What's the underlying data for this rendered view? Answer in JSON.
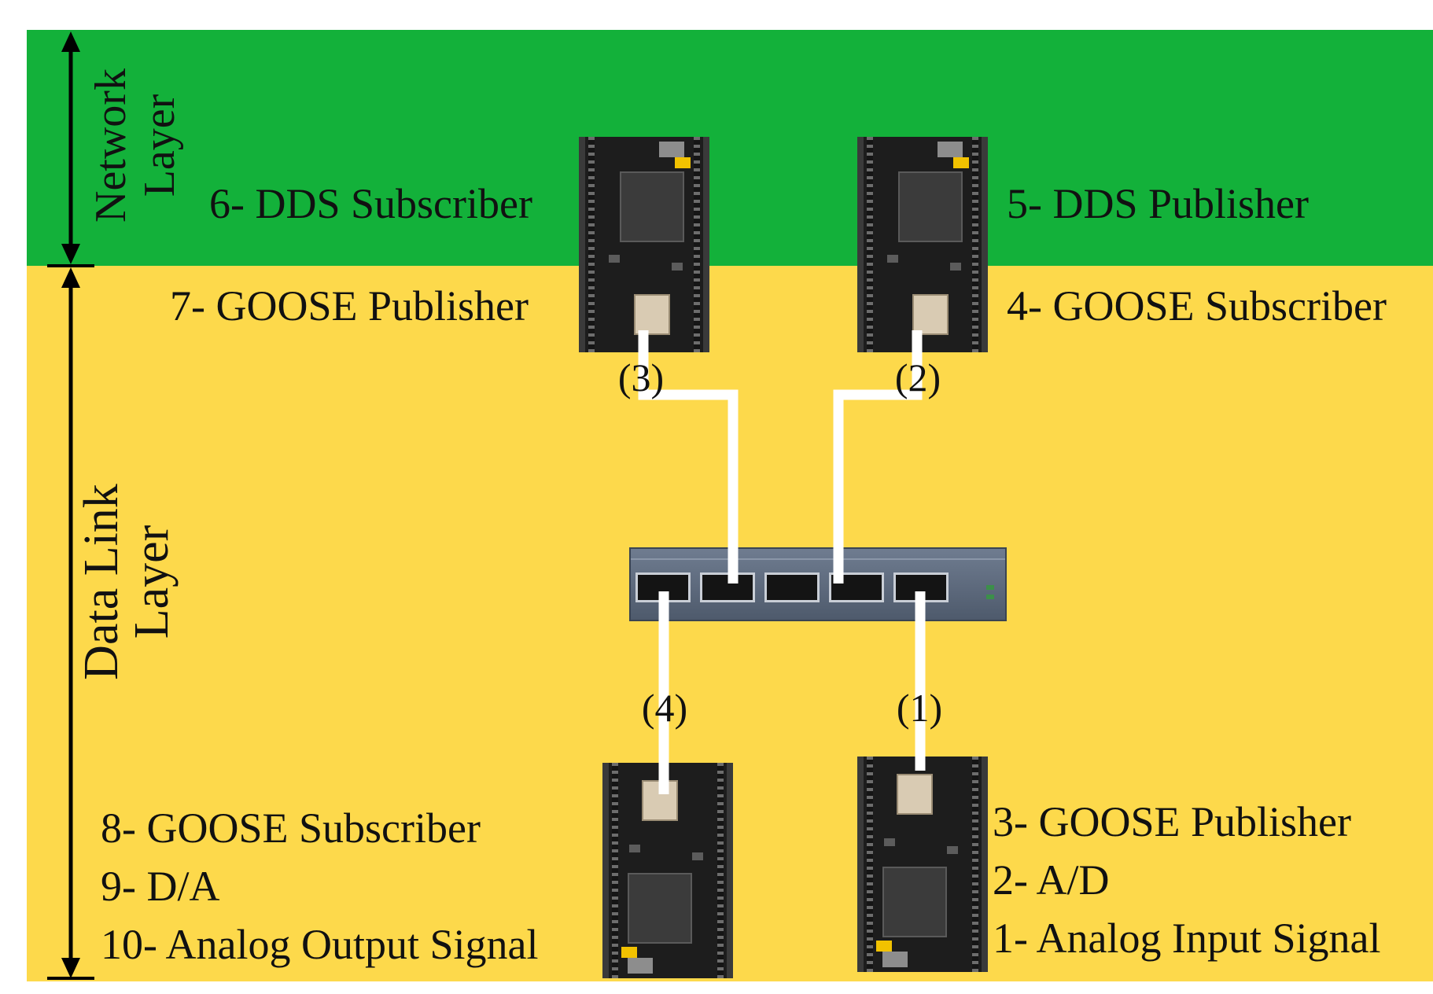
{
  "colors": {
    "network_layer": "#13b13a",
    "data_link_layer": "#fdd94b",
    "cable": "#ffffff",
    "arrow": "#000000"
  },
  "layers": {
    "network": {
      "line1": "Network",
      "line2": "Layer"
    },
    "data_link": {
      "line1": "Data Link",
      "line2": "Layer"
    }
  },
  "nodes": {
    "top_left": {
      "line1": "6- DDS Subscriber",
      "line2": "7- GOOSE Publisher",
      "port": "(3)"
    },
    "top_right": {
      "line1": "5- DDS Publisher",
      "line2": "4- GOOSE Subscriber",
      "port": "(2)"
    },
    "bottom_left": {
      "line1": "8- GOOSE Subscriber",
      "line2": "9- D/A",
      "line3": "10- Analog Output Signal",
      "port": "(4)"
    },
    "bottom_right": {
      "line1": "3- GOOSE Publisher",
      "line2": "2- A/D",
      "line3": "1- Analog Input Signal",
      "port": "(1)"
    }
  },
  "icons": {
    "boards": "microcontroller-board-icon",
    "switch": "ethernet-switch-icon"
  }
}
